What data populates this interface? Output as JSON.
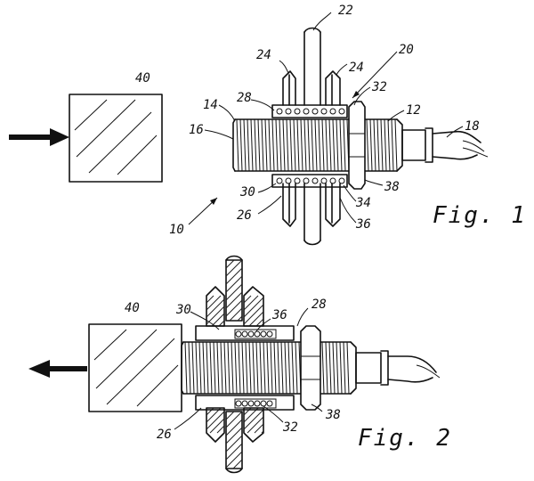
{
  "figures": [
    {
      "label": "Fig. 1",
      "refs": [
        "22",
        "20",
        "24",
        "24",
        "40",
        "28",
        "32",
        "14",
        "12",
        "16",
        "18",
        "30",
        "38",
        "34",
        "26",
        "36",
        "10"
      ]
    },
    {
      "label": "Fig. 2",
      "refs": [
        "40",
        "30",
        "36",
        "28",
        "26",
        "32",
        "38"
      ]
    }
  ],
  "colors": {
    "ink": "#111111",
    "paper": "#ffffff"
  }
}
